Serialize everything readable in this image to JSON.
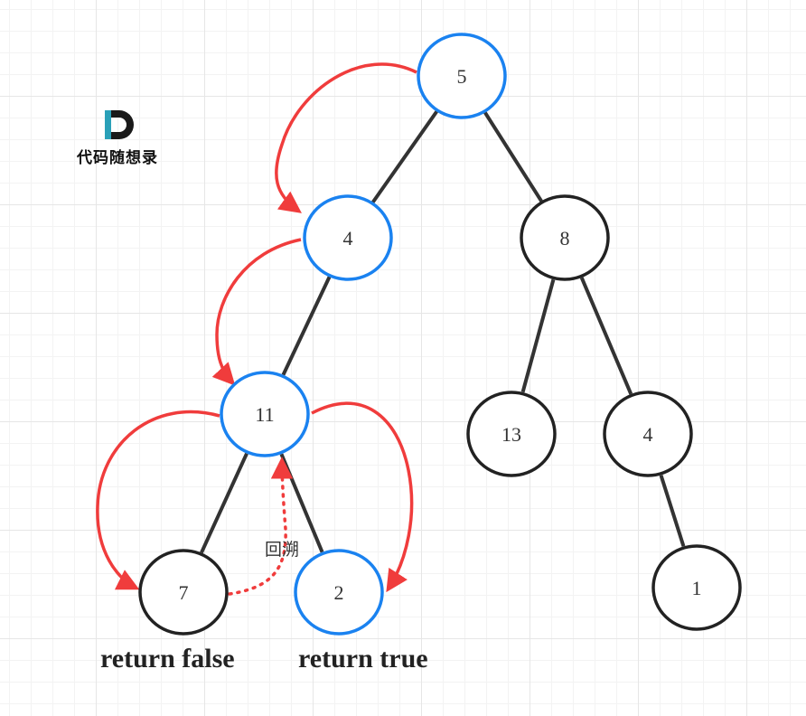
{
  "logo": {
    "text": "代码随想录",
    "mark": "D"
  },
  "nodes": [
    {
      "id": "n5",
      "label": "5",
      "highlighted": true
    },
    {
      "id": "n4a",
      "label": "4",
      "highlighted": true
    },
    {
      "id": "n8",
      "label": "8",
      "highlighted": false
    },
    {
      "id": "n11",
      "label": "11",
      "highlighted": true
    },
    {
      "id": "n13",
      "label": "13",
      "highlighted": false
    },
    {
      "id": "n4b",
      "label": "4",
      "highlighted": false
    },
    {
      "id": "n7",
      "label": "7",
      "highlighted": false
    },
    {
      "id": "n2",
      "label": "2",
      "highlighted": true
    },
    {
      "id": "n1",
      "label": "1",
      "highlighted": false
    }
  ],
  "edges": [
    [
      "n5",
      "n4a"
    ],
    [
      "n5",
      "n8"
    ],
    [
      "n4a",
      "n11"
    ],
    [
      "n8",
      "n13"
    ],
    [
      "n8",
      "n4b"
    ],
    [
      "n11",
      "n7"
    ],
    [
      "n11",
      "n2"
    ],
    [
      "n4b",
      "n1"
    ]
  ],
  "traversal_arrows": [
    {
      "from": "n5",
      "to": "n4a"
    },
    {
      "from": "n4a",
      "to": "n11"
    },
    {
      "from": "n11",
      "to": "n7"
    },
    {
      "from": "n11",
      "to": "n2"
    }
  ],
  "backtrack": {
    "from": "n7",
    "to": "n11",
    "label": "回溯"
  },
  "results": {
    "left": "return false",
    "right": "return true"
  },
  "colors": {
    "node_stroke": "#222222",
    "highlight_stroke": "#1a82f0",
    "arrow": "#f03c3c",
    "edge": "#333333"
  }
}
